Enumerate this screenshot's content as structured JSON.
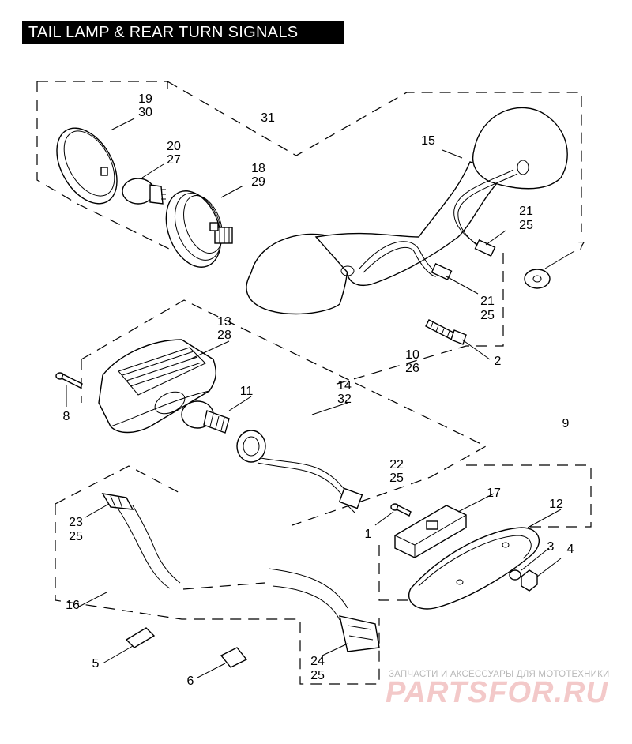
{
  "title": "TAIL LAMP & REAR TURN SIGNALS",
  "callouts": {
    "c19": "19",
    "c30": "30",
    "c20": "20",
    "c27": "27",
    "c18": "18",
    "c29": "29",
    "c31": "31",
    "c15": "15",
    "c21a": "21",
    "c25a": "25",
    "c7": "7",
    "c21b": "21",
    "c25b": "25",
    "c2": "2",
    "c13": "13",
    "c28": "28",
    "c10": "10",
    "c26": "26",
    "c11": "11",
    "c8": "8",
    "c14": "14",
    "c32": "32",
    "c9": "9",
    "c22": "22",
    "c25c": "25",
    "c17": "17",
    "c12": "12",
    "c1": "1",
    "c23": "23",
    "c25d": "25",
    "c3": "3",
    "c4": "4",
    "c16": "16",
    "c5": "5",
    "c6": "6",
    "c24": "24",
    "c25e": "25"
  },
  "watermark": {
    "caption": "ЗАПЧАСТИ И АКСЕССУАРЫ ДЛЯ МОТОТЕХНИКИ",
    "logo": "PARTSFOR.RU"
  }
}
